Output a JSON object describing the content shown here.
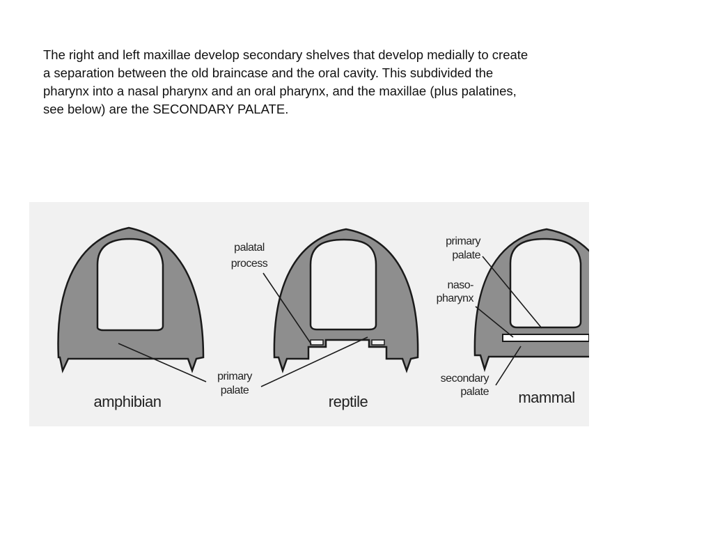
{
  "paragraph": {
    "lines": [
      "The right and left maxillae develop secondary shelves that develop medially to create",
      "a separation between the old braincase and the oral cavity.  This subdivided the",
      "pharynx into a nasal pharynx and an oral pharynx, and the maxillae (plus palatines,",
      "see below) are the SECONDARY PALATE."
    ]
  },
  "figure": {
    "labels": {
      "amphibian": "amphibian",
      "reptile": "reptile",
      "mammal": "mammal",
      "palatal_process": [
        "palatal",
        "process"
      ],
      "primary_palate": [
        "primary",
        "palate"
      ],
      "mammal_primary_palate": [
        "primary",
        "palate"
      ],
      "naso_pharynx": [
        "naso-",
        "pharynx"
      ],
      "secondary_palate": [
        "secondary",
        "palate"
      ]
    },
    "colors": {
      "bone": "#8e8e8e",
      "background": "#f1f1f1",
      "outline": "#1a1a1a"
    }
  }
}
